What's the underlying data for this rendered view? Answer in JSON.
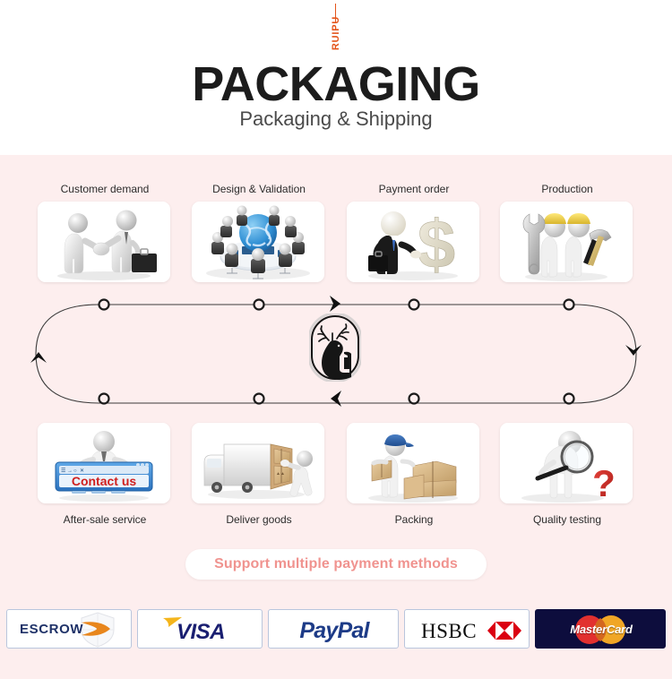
{
  "header": {
    "brand": "RUIPU",
    "title": "PACKAGING",
    "subtitle": "Packaging & Shipping",
    "brand_color": "#e4541a"
  },
  "theme": {
    "page_bg": "#ffffff",
    "section_bg": "#fdeeee",
    "card_bg": "#ffffff",
    "label_color": "#2c2c2c",
    "pill_text_color": "#f0938f"
  },
  "process": {
    "top_row": [
      {
        "label": "Customer demand",
        "icon": "handshake-icon"
      },
      {
        "label": "Design & Validation",
        "icon": "globe-meeting-icon"
      },
      {
        "label": "Payment order",
        "icon": "dollar-businessman-icon"
      },
      {
        "label": "Production",
        "icon": "workers-tools-icon"
      }
    ],
    "bottom_row": [
      {
        "label": "After-sale service",
        "icon": "contact-us-icon"
      },
      {
        "label": "Deliver goods",
        "icon": "delivery-truck-icon"
      },
      {
        "label": "Packing",
        "icon": "packing-boxes-icon"
      },
      {
        "label": "Quality testing",
        "icon": "magnifier-question-icon"
      }
    ]
  },
  "flow": {
    "node_count_top": 4,
    "node_count_bottom": 4,
    "arrow_top": "arrow-right-icon",
    "arrow_bottom": "arrow-left-icon",
    "arrow_right": "chevron-down-icon",
    "arrow_left": "chevron-up-icon",
    "center_logo": "deer-head-logo"
  },
  "payment": {
    "pill_label": "Support multiple payment methods",
    "logos": [
      {
        "name": "ESCROW",
        "id": "escrow-logo"
      },
      {
        "name": "VISA",
        "id": "visa-logo"
      },
      {
        "name": "PayPal",
        "id": "paypal-logo"
      },
      {
        "name": "HSBC",
        "id": "hsbc-logo"
      },
      {
        "name": "MasterCard",
        "id": "mastercard-logo"
      }
    ]
  }
}
